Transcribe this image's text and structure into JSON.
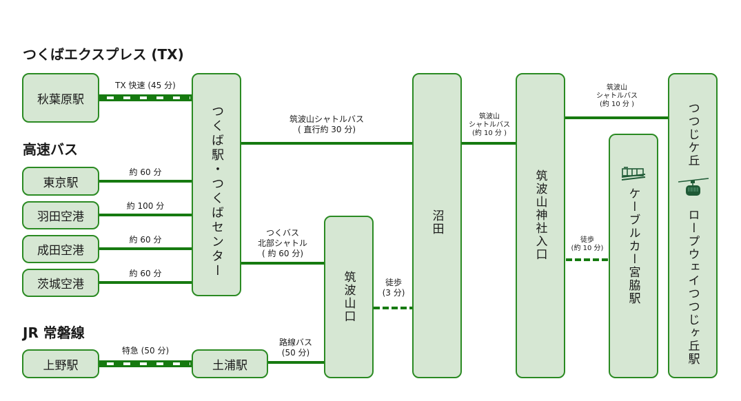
{
  "headings": {
    "tx": "つくばエクスプレス (TX)",
    "highway_bus": "高速バス",
    "jr": "JR 常磐線"
  },
  "stations": {
    "akihabara": "秋葉原駅",
    "tsukuba": "つくば駅・つくばセンター",
    "tokyo": "東京駅",
    "haneda": "羽田空港",
    "narita": "成田空港",
    "ibaraki": "茨城空港",
    "ueno": "上野駅",
    "tsuchiura": "土浦駅",
    "tsukubasanguchi": "筑波山口",
    "numata": "沼田",
    "jinja_iriguchi": "筑波山神社入口",
    "cable_miyawaki": "ケーブルカー宮脇駅",
    "tsutsujigaoka": "つつじケ丘",
    "ropeway_tsutsujigaoka": "ロープウェイつつじヶ丘駅"
  },
  "routes": {
    "tx_rapid": "TX 快速 (45 分)",
    "tokyo_bus": "約 60 分",
    "haneda_bus": "約 100 分",
    "narita_bus": "約 60 分",
    "ibaraki_bus": "約 60 分",
    "limited_express": "特急 (50 分)",
    "route_bus": [
      "路線バス",
      "(50 分)"
    ],
    "shuttle_direct": [
      "筑波山シャトルバス",
      "( 直行約 30 分)"
    ],
    "tsukubus": [
      "つくバス",
      "北部シャトル",
      "( 約 60 分)"
    ],
    "walk_3": [
      "徒歩",
      "(3 分)"
    ],
    "shuttle_numata": [
      "筑波山",
      "シャトルバス",
      "(約 10 分 )"
    ],
    "shuttle_jinja": [
      "筑波山",
      "シャトルバス",
      "(約 10 分 )"
    ],
    "walk_10": [
      "徒歩",
      "(約 10 分)"
    ]
  },
  "icons": {
    "cable_car": "cable-car-icon",
    "ropeway": "ropeway-gondola-icon"
  },
  "colors": {
    "line": "#167a10",
    "box_fill": "#d6e7d3",
    "box_border": "#2a8a22",
    "icon": "#1f5a36"
  }
}
